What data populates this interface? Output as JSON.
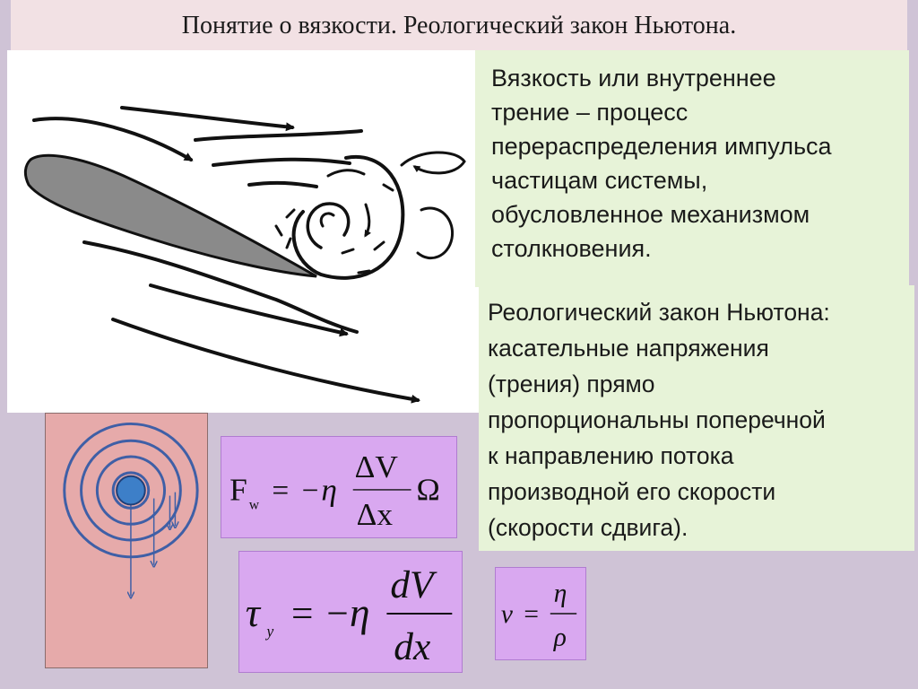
{
  "title": "Понятие о вязкости. Реологический закон Ньютона.",
  "definition": {
    "lines": [
      "Вязкость или внутреннее",
      "трение – процесс",
      "перераспределения импульса",
      "частицам системы,",
      "обусловленное механизмом",
      "столкновения."
    ]
  },
  "law": {
    "lines": [
      "Реологический закон Ньютона:",
      "касательные напряжения",
      "(трения)  прямо",
      "пропорциональны  поперечной",
      "к направлению потока",
      "производной его скорости",
      "(скорости сдвига)."
    ]
  },
  "formula1": {
    "lhs": "F",
    "lhs_sub": "w",
    "equals": "=",
    "minus": "−",
    "eta": "η",
    "numerator": "ΔV",
    "denominator": "Δx",
    "factor": "Ω"
  },
  "formula2": {
    "lhs": "τ",
    "lhs_sub": "y",
    "equals": "=",
    "minus": "−",
    "eta": "η",
    "numerator": "dV",
    "denominator": "dx"
  },
  "formula3": {
    "lhs": "ν",
    "equals": "=",
    "numerator": "η",
    "denominator": "ρ"
  },
  "colors": {
    "background": "#cfc3d6",
    "title_bar": "#f2e1e4",
    "text_box": "#e7f3d8",
    "formula_box": "#d9a8f0",
    "pink_panel": "#e6aaaa",
    "ball": "#3d7fc8",
    "rings": "#3f5fa6"
  },
  "icons": [
    "airfoil-flow-illustration",
    "falling-ball-illustration"
  ]
}
